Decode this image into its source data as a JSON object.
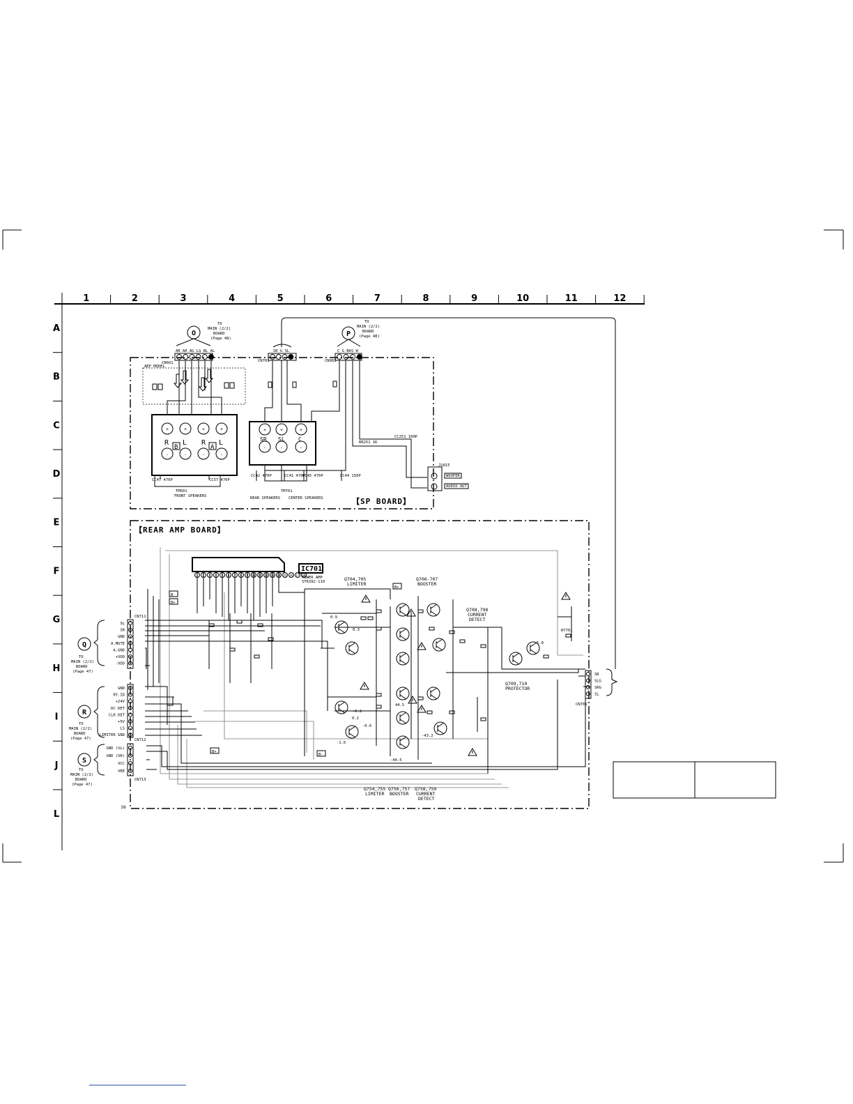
{
  "grid": {
    "columns": [
      "1",
      "2",
      "3",
      "4",
      "5",
      "6",
      "7",
      "8",
      "9",
      "10",
      "11",
      "12"
    ],
    "rows": [
      "A",
      "B",
      "C",
      "D",
      "E",
      "F",
      "G",
      "H",
      "I",
      "J",
      "L"
    ]
  },
  "connectors": {
    "O": {
      "letter": "O",
      "to": "TO",
      "dest": "MAIN (2/2)",
      "board": "BOARD",
      "page": "(Page 48)"
    },
    "P": {
      "letter": "P",
      "to": "TO",
      "dest": "MAIN (2/2)",
      "board": "BOARD",
      "page": "(Page 48)"
    },
    "Q": {
      "letter": "Q",
      "to": "TO",
      "dest": "MAIN (2/2)",
      "board": "BOARD",
      "page": "(Page 47)"
    },
    "R": {
      "letter": "R",
      "to": "TO",
      "dest": "MAIN (2/2)",
      "board": "BOARD",
      "page": "(Page 47)"
    },
    "S": {
      "letter": "S",
      "to": "TO",
      "dest": "MAIN (2/2)",
      "board": "BOARD",
      "page": "(Page 47)"
    }
  },
  "sp_board": {
    "title": "【SP BOARD】",
    "aep_model": "AEP MODEL",
    "cn601": "CN601",
    "cn701": "CN701",
    "cn902": "CN902",
    "tm501": "TM501",
    "tm701": "TM701",
    "front_speakers": "FRONT SPEAKERS",
    "rear_speakers": "REAR SPEAKERS",
    "center_speakers": "CENTER SPEAKERS",
    "j1": "J1815",
    "woofer": "WOOFER",
    "audio_out": "AUDIO OUT",
    "front_terms": [
      "R",
      "B",
      "L",
      "R",
      "A",
      "L"
    ],
    "rear_terms": [
      "SR",
      "SL",
      "C"
    ],
    "cn601_pins": "AR  AR  AG  LG  BL  AL",
    "cn701_pins": "SR  G  SL",
    "cn902_pins": "C  G  BAS  W",
    "cap_labels": [
      "CC47 470P",
      "CC57 470P",
      "CC42 470P",
      "CC41 470P",
      "CC45 470P",
      "CC44 150P",
      "CC251 100P"
    ],
    "res_label": "RR251 1K"
  },
  "rear_amp_board": {
    "title": "【REAR AMP BOARD】",
    "ic_name": "IC701",
    "ic_desc": "POWER AMP",
    "ic_part": "STK392-110",
    "ic_pins": [
      "1",
      "2",
      "3",
      "4",
      "5",
      "6",
      "7",
      "8",
      "9",
      "10",
      "11",
      "12",
      "13",
      "14",
      "15",
      "16",
      "17",
      "18"
    ],
    "q704_705": "Q704,705",
    "limiter": "LIMITER",
    "q706_707": "Q706-707",
    "booster": "BOOSTER",
    "q708_798": "Q708,798",
    "current": "CURRENT",
    "detect": "DETECT",
    "q709_710": "Q709,710",
    "protector": "PROTECTOR",
    "bottom_labels": [
      "Q754,755",
      "LIMITER",
      "Q756,757",
      "BOOSTER",
      "Q758,759",
      "CURRENT",
      "DETECT"
    ],
    "cn_left_q": "CN711",
    "cn_left_r": "CN712",
    "cn_left_s": "CN713",
    "cn_right": "CN701",
    "q_pins": [
      "SL",
      "SR",
      "GND",
      "A.MUTE",
      "A.GND",
      "+VDD",
      "-VDD"
    ],
    "r_pins": [
      "GND",
      "RY.ID",
      "+24V",
      "DC DET",
      "CLR DET",
      "+5V",
      "LS",
      "LIMITER GND"
    ],
    "s_pins": [
      "GND (SL)",
      "GND (SR)",
      "VCC",
      "VEE"
    ],
    "right_pins": [
      "SR",
      "SLG",
      "SRG",
      "SL"
    ],
    "b_plus": "B+",
    "b_minus": "B-",
    "ry701": "RY701",
    "page_no": "16",
    "voltages": [
      "0.9",
      "0.3",
      "-0.2",
      "-0.6",
      "-1.6",
      "44.5",
      "-43.2",
      "-44.5",
      "5.0",
      "0.2"
    ]
  }
}
